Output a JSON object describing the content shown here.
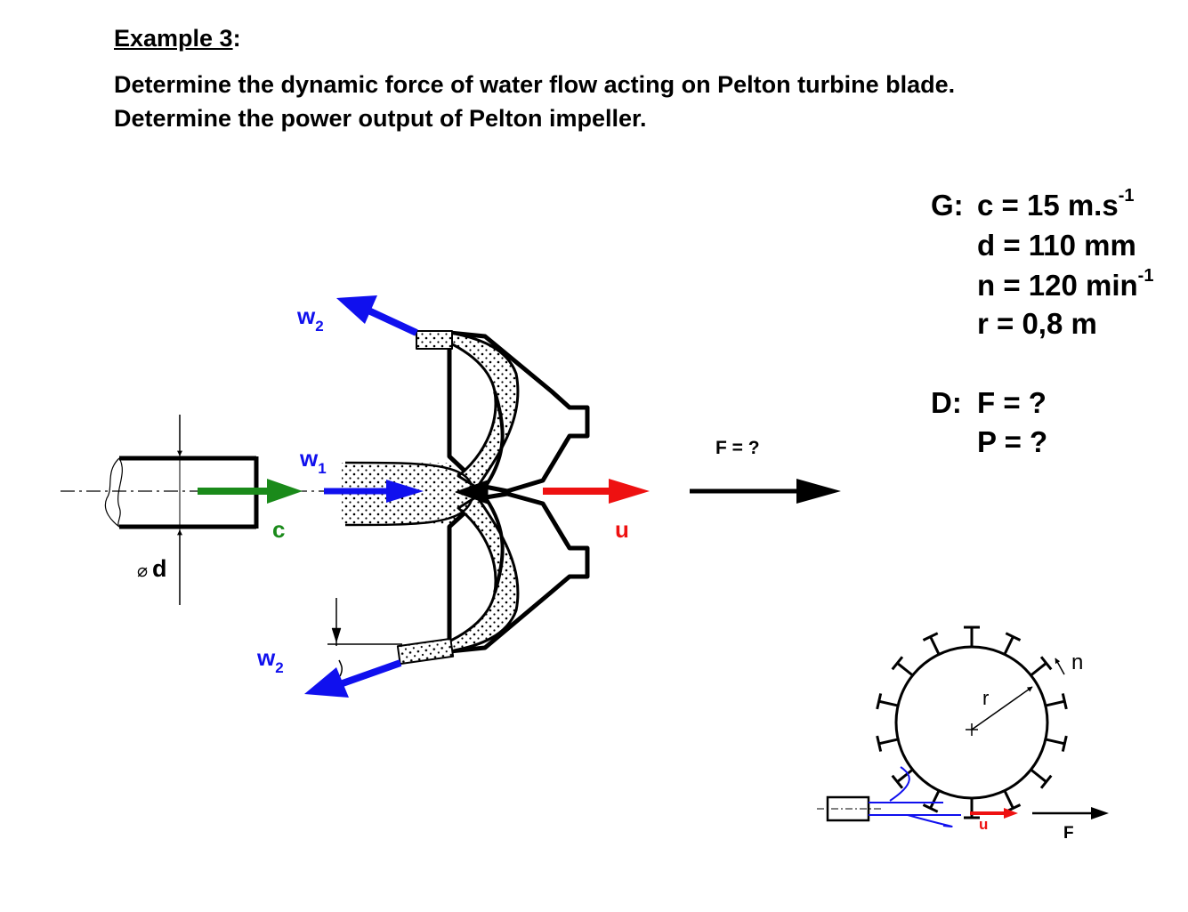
{
  "heading": {
    "title": "Example 3",
    "colon": ":"
  },
  "task": {
    "line1": "Determine the dynamic force of water flow acting on Pelton turbine blade.",
    "line2": "Determine the power output of Pelton impeller."
  },
  "given": {
    "prefix": "G:",
    "c": {
      "text": "c = 15 m.s",
      "exp": "-1"
    },
    "d": "d = 110 mm",
    "n": {
      "text": "n = 120 min",
      "exp": "-1"
    },
    "r": "r = 0,8 m"
  },
  "find": {
    "prefix": "D:",
    "F": "F = ?",
    "P": "P = ?"
  },
  "diagram": {
    "w2_top": {
      "main": "w",
      "sub": "2"
    },
    "w1": {
      "main": "w",
      "sub": "1"
    },
    "w2_bottom": {
      "main": "w",
      "sub": "2"
    },
    "c_label": "c",
    "u_label": "u",
    "d_label": "d",
    "diameter_symbol": "⌀",
    "force_label": "F = ?",
    "colors": {
      "c": "#1a8a1a",
      "w": "#1010ee",
      "u": "#ee1111"
    }
  },
  "wheel": {
    "r_label": "r",
    "n_label": "n",
    "u_label": "u",
    "F_label": "F"
  }
}
